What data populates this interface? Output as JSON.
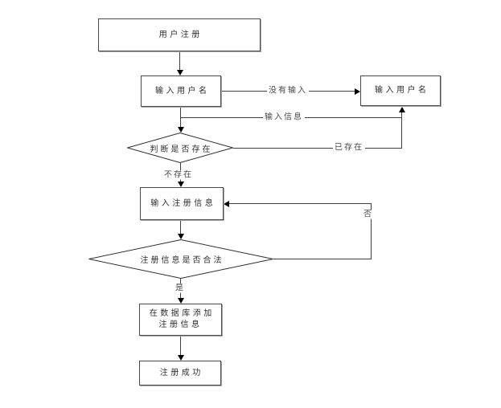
{
  "flowchart": {
    "nodes": {
      "user_register": "用户注册",
      "input_username": "输入用户名",
      "input_username_retry": "输入用户名",
      "check_exists": "判断是否存在",
      "input_reg_info": "输入注册信息",
      "check_valid": "注册信息是否合法",
      "add_to_db": "在数据库添加\n注册信息",
      "register_success": "注册成功"
    },
    "edge_labels": {
      "no_input": "没有输入",
      "input_info": "输入信息",
      "already_exists": "已存在",
      "not_exists": "不存在",
      "yes": "是",
      "no": "否"
    },
    "colors": {
      "line": "#3f3f3f",
      "arrowhead": "#000000",
      "node_fill": "#ffffff",
      "node_border": "#4a4a4a",
      "background": "#ffffff"
    }
  }
}
